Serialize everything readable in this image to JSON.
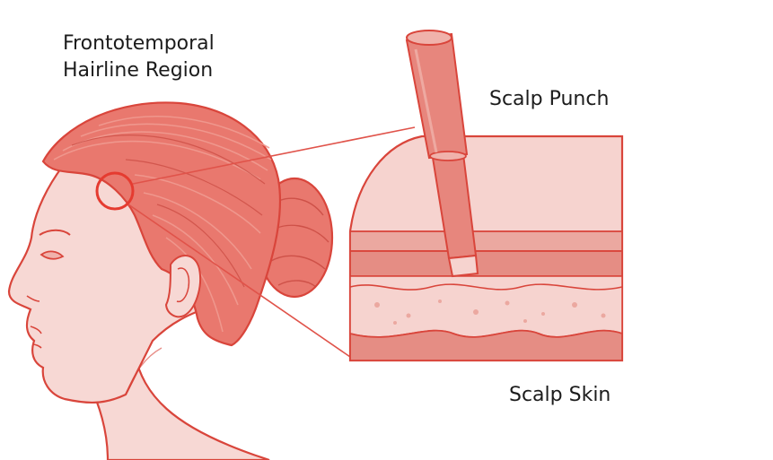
{
  "labels": {
    "region_line1": "Frontotemporal",
    "region_line2": "Hairline Region",
    "punch": "Scalp Punch",
    "skin": "Scalp Skin"
  },
  "colors": {
    "outline": "#d9453b",
    "skin_fill": "#f7d8d4",
    "hair_fill": "#e9786e",
    "hair_dark": "#dc5f55",
    "hair_light": "#f09a90",
    "tissue_pale": "#f6d3cf",
    "tissue_band": "#eba8a0",
    "tissue_deep": "#e58d84",
    "punch_body": "#e7867d",
    "punch_top": "#f0b2ab",
    "text": "#1c1c1c"
  }
}
